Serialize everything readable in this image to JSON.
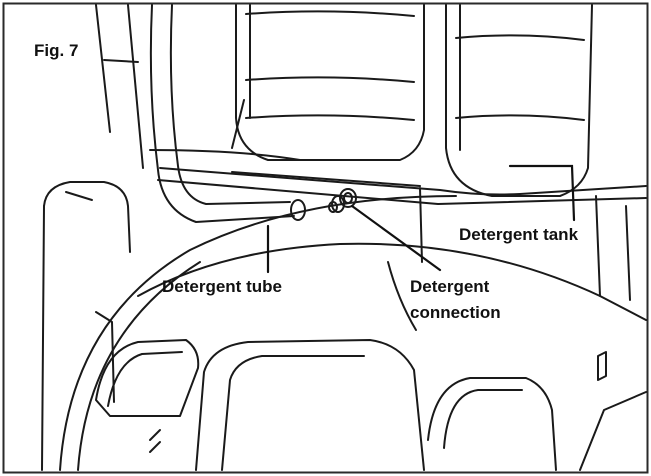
{
  "figure": {
    "number_label": "Fig. 7",
    "callouts": {
      "detergent_tank": "Detergent tank",
      "detergent_tube": "Detergent tube",
      "detergent_connection_line1": "Detergent",
      "detergent_connection_line2": "connection"
    }
  }
}
